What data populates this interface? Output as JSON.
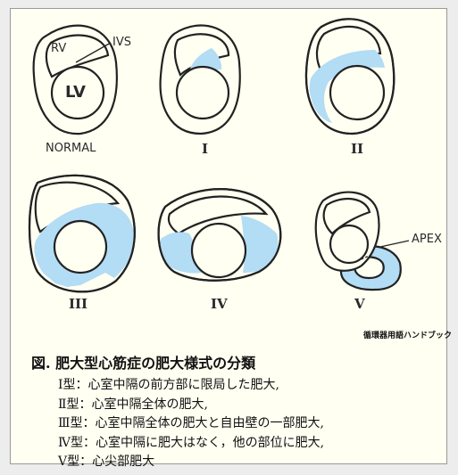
{
  "labels": {
    "rv": "RV",
    "ivs": "IVS",
    "lv": "LV",
    "apex": "APEX"
  },
  "panels": [
    {
      "id": "normal",
      "label": "NORMAL"
    },
    {
      "id": "type1",
      "label": "I"
    },
    {
      "id": "type2",
      "label": "II"
    },
    {
      "id": "type3",
      "label": "III"
    },
    {
      "id": "type4",
      "label": "IV"
    },
    {
      "id": "type5",
      "label": "V"
    }
  ],
  "brand": "循環器用語ハンドブック",
  "caption": {
    "title": "図.  肥大型心筋症の肥大様式の分類",
    "lines": [
      "Ⅰ型：心室中隔の前方部に限局した肥大,",
      "Ⅱ型：心室中隔全体の肥大,",
      "Ⅲ型：心室中隔全体の肥大と自由壁の一部肥大,",
      "Ⅳ型：心室中隔に肥大はなく，他の部位に肥大,",
      "Ⅴ型：心尖部肥大"
    ]
  },
  "colors": {
    "hypertrophy": "#b3dcf5",
    "outline": "#222222",
    "panel_bg": "#fffff2"
  }
}
